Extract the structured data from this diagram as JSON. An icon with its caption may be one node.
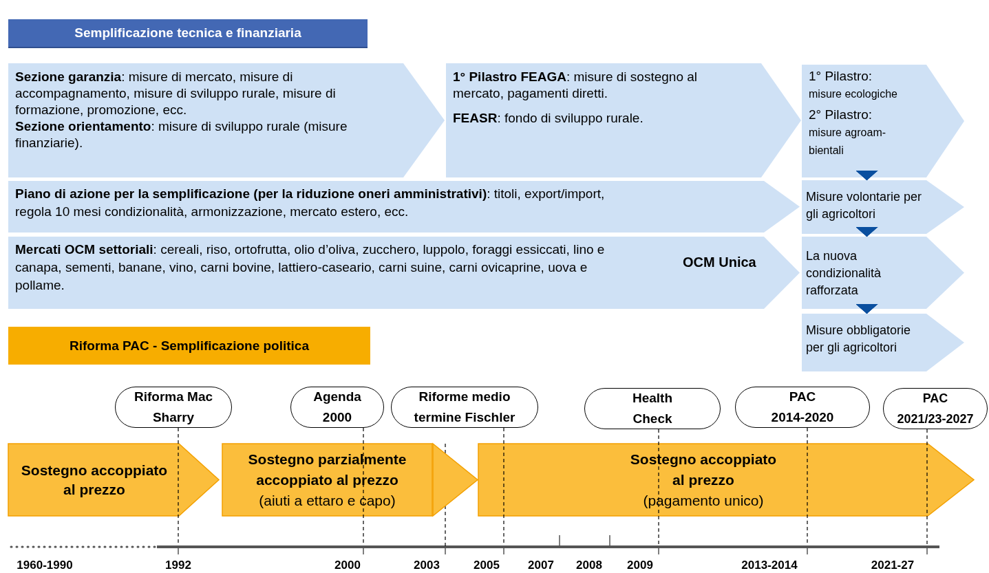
{
  "diagram": {
    "nodes": [
      {
        "text": [
          "Semplificazione tecnica e finanziaria"
        ]
      },
      {
        "text": [
          "**Sezione garanzia**: misure di mercato, misure di accompagnamento, misure di sviluppo rurale, misure di formazione, promozione, ecc.",
          "**Sezione orientamento**: misure di sviluppo rurale (misure finanziarie)."
        ]
      },
      {
        "text": [
          "**1° Pilastro FEAGA**: misure di sostegno al mercato, pagamenti diretti.",
          "**FEASR**: fondo di sviluppo rurale."
        ]
      },
      {
        "text": [
          "1° Pilastro:",
          "misure ecologiche",
          "2° Pilastro:",
          "misure agroam- bientali"
        ]
      },
      {
        "text": [
          "**Piano di azione per la semplificazione (per la riduzione oneri amministrativi)**: titoli, export/import, regola 10 mesi condizionalità, armonizzazione, mercato estero, ecc."
        ]
      },
      {
        "text": [
          "Misure volontarie per gli agricoltori"
        ]
      },
      {
        "text": [
          "**Mercati OCM settoriali**: cereali, riso, ortofrutta, olio d’oliva, zucchero, luppolo, foraggi essiccati, lino e canapa, sementi, banane, vino, carni bovine, lattiero-caseario, carni suine, carni ovicaprine, uova e pollame.",
          "OCM Unica"
        ]
      },
      {
        "text": [
          "La nuova condizionalità rafforzata"
        ]
      },
      {
        "text": [
          "Misure obbligatorie per gli agricoltori"
        ]
      },
      {
        "text": [
          "Riforma PAC - Semplificazione politica"
        ]
      },
      {
        "text": [
          "Riforma Mac Sharry"
        ]
      },
      {
        "text": [
          "Agenda 2000"
        ]
      },
      {
        "text": [
          "Riforme medio termine Fischler"
        ]
      },
      {
        "text": [
          "Health Check"
        ]
      },
      {
        "text": [
          "PAC 2014-2020"
        ]
      },
      {
        "text": [
          "PAC 2021/23-2027"
        ]
      },
      {
        "text": [
          "Sostegno accoppiato al prezzo"
        ]
      },
      {
        "text": [
          "Sostegno parzialmente accoppiato al prezzo",
          "(aiuti a ettaro e capo)"
        ]
      },
      {
        "text": [
          "Sostegno accoppiato al prezzo",
          "(pagamento unico)"
        ]
      }
    ],
    "edges": [
      {
        "from": 3,
        "to": 5,
        "arrow": "to",
        "color": "#0a4f9f"
      },
      {
        "from": 5,
        "to": 7,
        "arrow": "to",
        "color": "#0a4f9f"
      },
      {
        "from": 7,
        "to": 8,
        "arrow": "to",
        "color": "#0a4f9f"
      },
      {
        "from": 17,
        "to": 18,
        "arrow": "to",
        "color": "#fbbe3c"
      },
      {
        "from": 10,
        "to": null,
        "arrow": "none",
        "style": "dashed"
      },
      {
        "from": 11,
        "to": null,
        "arrow": "none",
        "style": "dashed"
      },
      {
        "from": 12,
        "to": null,
        "arrow": "none",
        "style": "dashed"
      },
      {
        "from": 13,
        "to": null,
        "arrow": "none",
        "style": "dashed"
      },
      {
        "from": 14,
        "to": null,
        "arrow": "none",
        "style": "dashed"
      },
      {
        "from": 15,
        "to": null,
        "arrow": "none",
        "style": "dashed"
      }
    ],
    "labels": [
      "1960-1990",
      "1992",
      "2000",
      "2003",
      "2005",
      "2007",
      "2008",
      "2009",
      "2013-2014",
      "2021-27"
    ]
  }
}
